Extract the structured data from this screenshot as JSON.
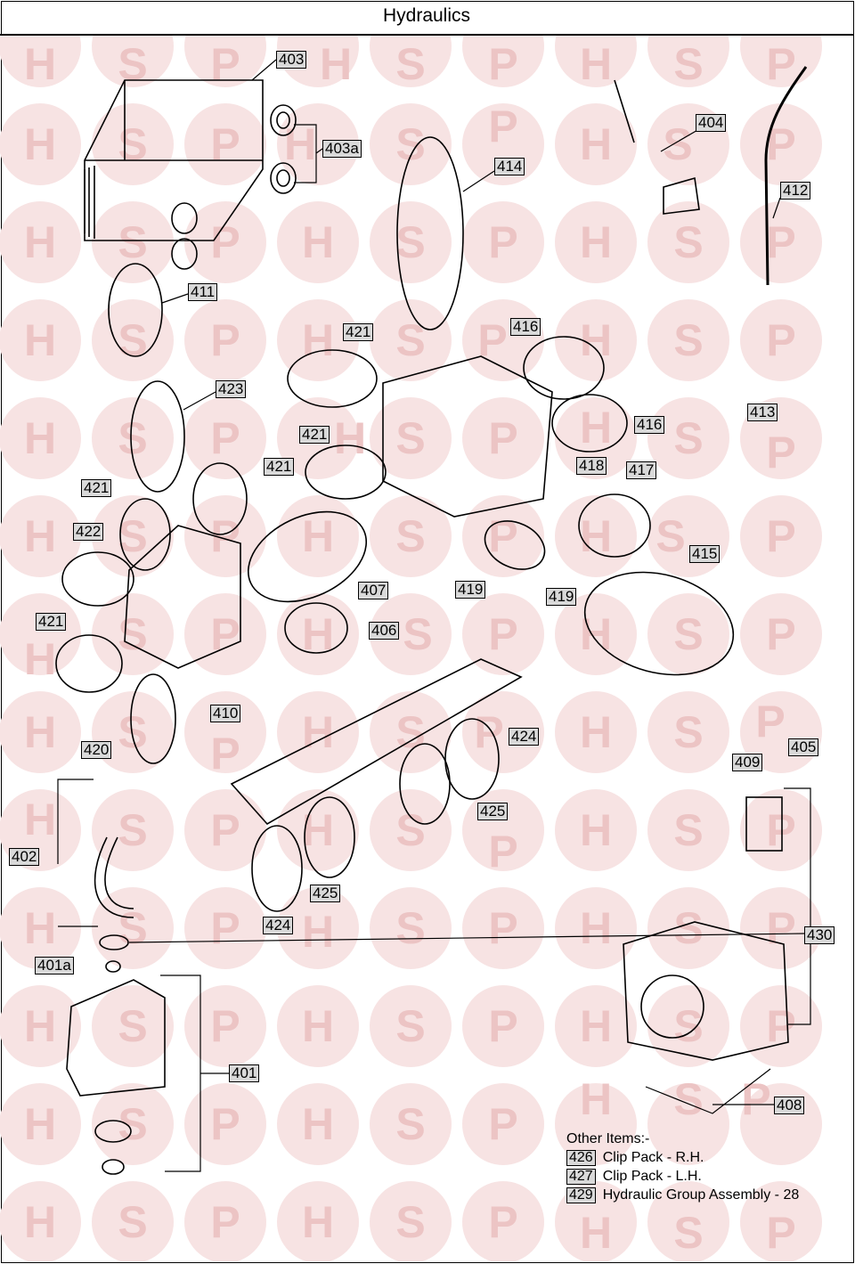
{
  "title": "Hydraulics",
  "watermark_letters": [
    "H",
    "S",
    "P"
  ],
  "colors": {
    "watermark_circle": "#f7e3e3",
    "watermark_letter": "#ecc4c4",
    "label_bg": "#d9d9d9"
  },
  "labels": [
    "403",
    "403a",
    "404",
    "412",
    "414",
    "411",
    "421",
    "416",
    "416",
    "423",
    "413",
    "421",
    "421",
    "418",
    "417",
    "421",
    "422",
    "415",
    "407",
    "419",
    "419",
    "421",
    "406",
    "410",
    "405",
    "420",
    "424",
    "425",
    "409",
    "402",
    "424",
    "425",
    "430",
    "401a",
    "401",
    "408"
  ],
  "other_items": {
    "heading": "Other Items:-",
    "items": [
      {
        "num": "426",
        "text": "Clip Pack - R.H."
      },
      {
        "num": "427",
        "text": "Clip Pack - L.H."
      },
      {
        "num": "429",
        "text": "Hydraulic Group Assembly - 28"
      }
    ]
  }
}
